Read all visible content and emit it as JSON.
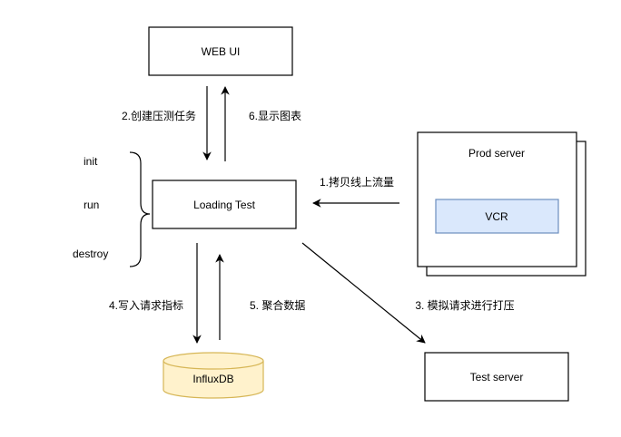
{
  "nodes": {
    "web_ui": "WEB UI",
    "loading_test": "Loading Test",
    "prod_server": "Prod server",
    "vcr": "VCR",
    "influxdb": "InfluxDB",
    "test_server": "Test server"
  },
  "lifecycle": {
    "init": "init",
    "run": "run",
    "destroy": "destroy"
  },
  "edges": {
    "create_task": "2.创建压测任务",
    "show_chart": "6.显示图表",
    "copy_traffic": "1.拷贝线上流量",
    "write_metrics": "4.写入请求指标",
    "aggregate": "5. 聚合数据",
    "simulate": "3. 模拟请求进行打压"
  },
  "colors": {
    "stroke": "#000000",
    "vcr_fill": "#dae8fc",
    "vcr_stroke": "#6c8ebf",
    "db_fill": "#fff2cc",
    "db_stroke": "#d6b656"
  }
}
